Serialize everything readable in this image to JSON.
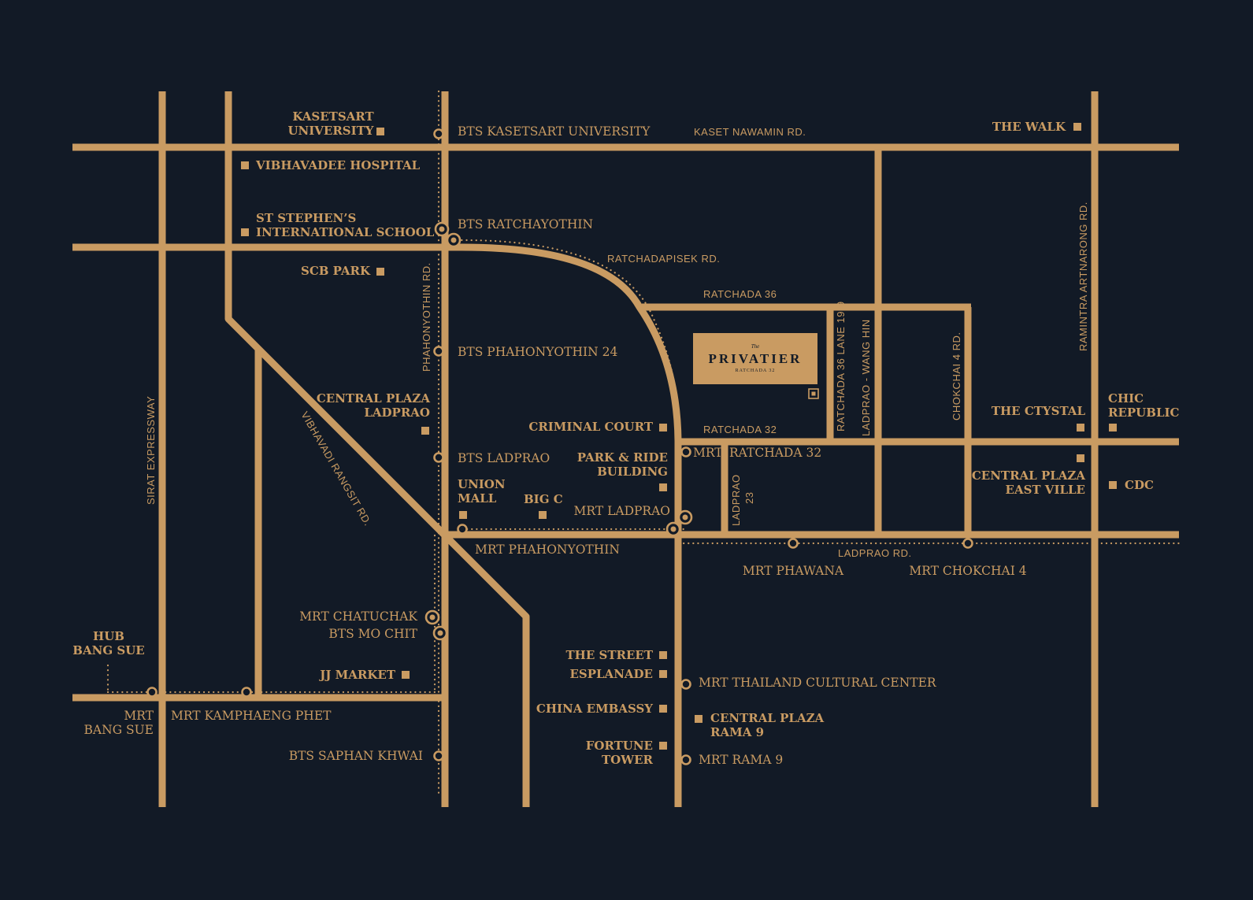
{
  "colors": {
    "background": "#121a26",
    "accent": "#c99b62"
  },
  "project": {
    "logo_small": "The",
    "logo_name": "PRIVATIER",
    "logo_sub": "RATCHADA 32"
  },
  "roads": {
    "kaset_nawamin": "KASET NAWAMIN RD.",
    "ratchadapisek": "RATCHADAPISEK RD.",
    "ratchada_36": "RATCHADA 36",
    "ratchada_32": "RATCHADA 32",
    "ratchada_36_lane": "RATCHADA 36 LANE 19-9",
    "ladprao_wanghin": "LADPRAO - WANG HIN",
    "chokchai_4": "CHOKCHAI 4 RD.",
    "ramintra": "RAMINTRA ARTNARONG RD.",
    "phahonyothin": "PHAHONYOTHIN RD.",
    "vibhavadi": "VIBHAVADI RANGSIT RD.",
    "sirat": "SIRAT EXPRESSWAY",
    "ladprao_23_line1": "LADPRAO",
    "ladprao_23_line2": "23",
    "ladprao_rd": "LADPRAO RD."
  },
  "stations": {
    "bts_kasetsart": "BTS KASETSART UNIVERSITY",
    "bts_ratchayothin": "BTS RATCHAYOTHIN",
    "bts_phahonyothin24": "BTS PHAHONYOTHIN 24",
    "bts_ladprao": "BTS LADPRAO",
    "mrt_ratchada32_a": "MRT",
    "mrt_ratchada32_b": "RATCHADA 32",
    "mrt_ladprao": "MRT LADPRAO",
    "mrt_phahonyothin": "MRT PHAHONYOTHIN",
    "mrt_phawana": "MRT PHAWANA",
    "mrt_chokchai4": "MRT CHOKCHAI 4",
    "mrt_chatuchak": "MRT CHATUCHAK",
    "bts_mochit": "BTS MO CHIT",
    "mrt_thailand_cultural": "MRT THAILAND CULTURAL CENTER",
    "mrt_rama9": "MRT RAMA 9",
    "mrt_kamphaeng_phet": "MRT KAMPHAENG PHET",
    "mrt_bangsue_1": "MRT",
    "mrt_bangsue_2": "BANG SUE",
    "bts_saphan_khwai": "BTS SAPHAN KHWAI",
    "hub_bangsue_1": "HUB",
    "hub_bangsue_2": "BANG SUE"
  },
  "places": {
    "kasetsart_1": "KASETSART",
    "kasetsart_2": "UNIVERSITY",
    "vibhavadee_hospital": "VIBHAVADEE HOSPITAL",
    "st_stephens_1": "ST STEPHEN’S",
    "st_stephens_2": "INTERNATIONAL SCHOOL",
    "scb_park": "SCB PARK",
    "central_ladprao_1": "CENTRAL PLAZA",
    "central_ladprao_2": "LADPRAO",
    "criminal_court": "CRIMINAL COURT",
    "park_ride_1": "PARK & RIDE",
    "park_ride_2": "BUILDING",
    "union_mall_1": "UNION",
    "union_mall_2": "MALL",
    "big_c": "BIG C",
    "the_walk": "THE WALK",
    "the_crystal": "THE CTYSTAL",
    "chic_republic_1": "CHIC",
    "chic_republic_2": "REPUBLIC",
    "central_eastville_1": "CENTRAL PLAZA",
    "central_eastville_2": "EAST VILLE",
    "cdc": "CDC",
    "the_street": "THE STREET",
    "esplanade": "ESPLANADE",
    "china_embassy": "CHINA EMBASSY",
    "central_rama9_1": "CENTRAL PLAZA",
    "central_rama9_2": "RAMA 9",
    "fortune_1": "FORTUNE",
    "fortune_2": "TOWER",
    "jj_market": "JJ MARKET"
  }
}
